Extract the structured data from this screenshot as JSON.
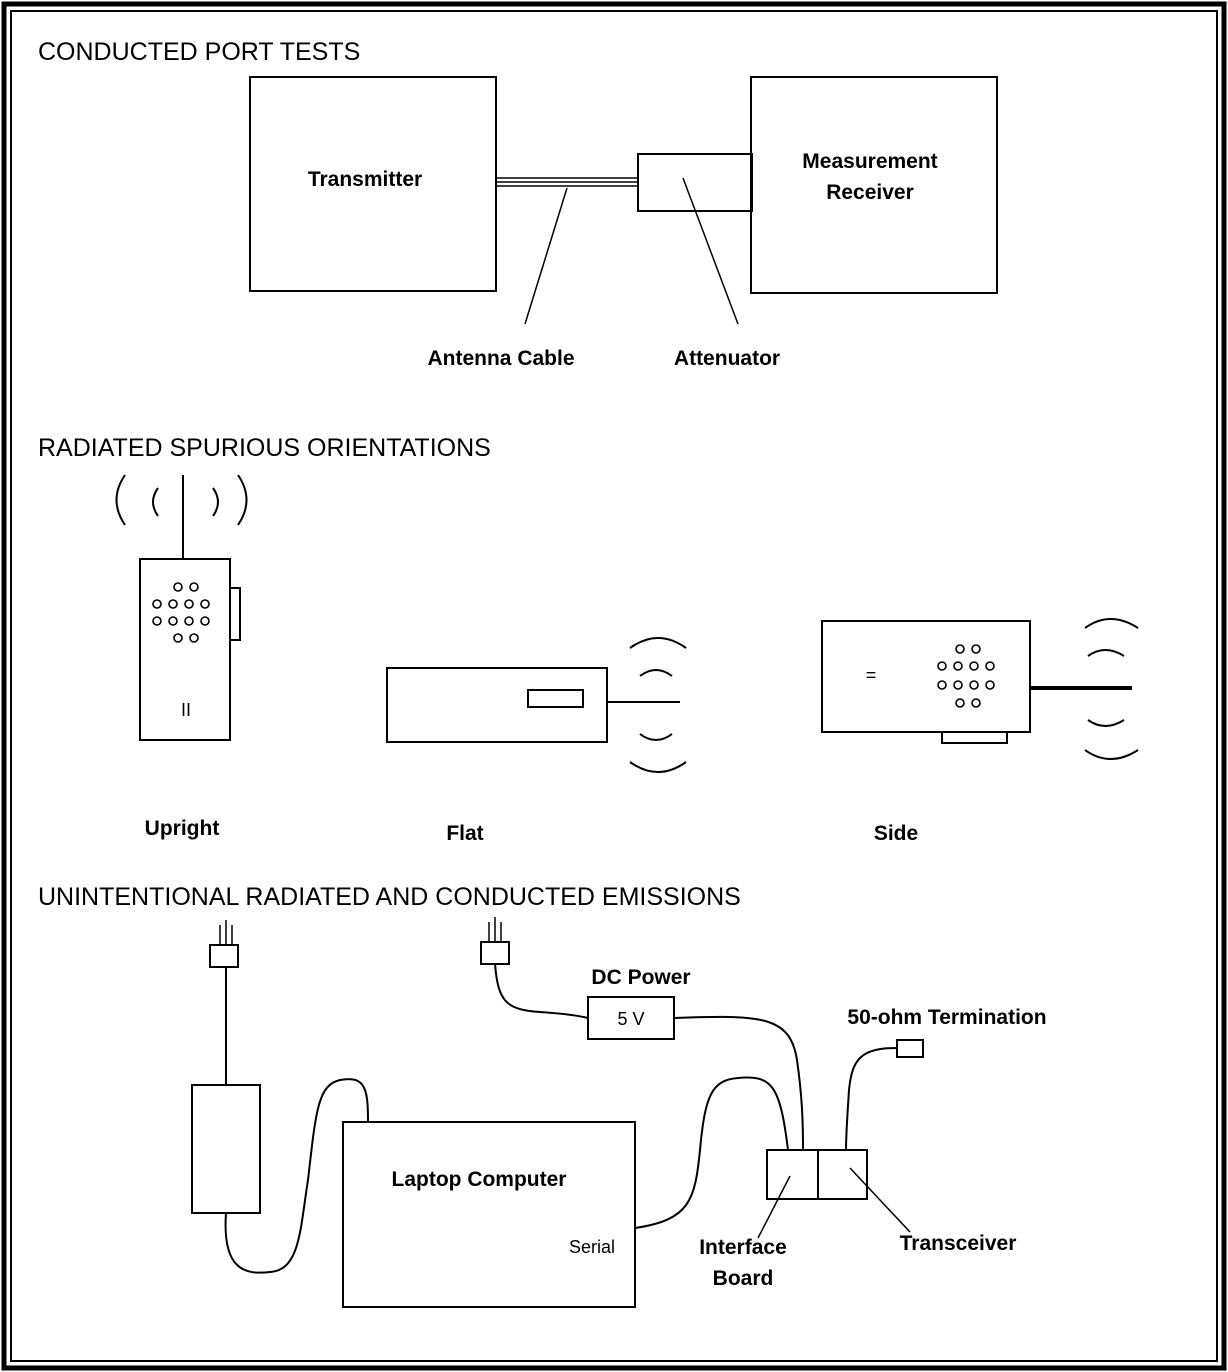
{
  "sections": {
    "conducted": "CONDUCTED PORT TESTS",
    "radiated": "RADIATED SPURIOUS ORIENTATIONS",
    "unintentional": "UNINTENTIONAL RADIATED AND CONDUCTED EMISSIONS"
  },
  "conducted": {
    "transmitter": "Transmitter",
    "receiver_line1": "Measurement",
    "receiver_line2": "Receiver",
    "antenna_cable": "Antenna Cable",
    "attenuator": "Attenuator"
  },
  "orientations": {
    "upright": "Upright",
    "flat": "Flat",
    "side": "Side",
    "upright_mark": "II",
    "side_mark": "="
  },
  "emissions": {
    "dc_power": "DC Power",
    "voltage": "5 V",
    "termination": "50-ohm Termination",
    "laptop": "Laptop Computer",
    "serial": "Serial",
    "interface_line1": "Interface",
    "interface_line2": "Board",
    "transceiver": "Transceiver"
  }
}
